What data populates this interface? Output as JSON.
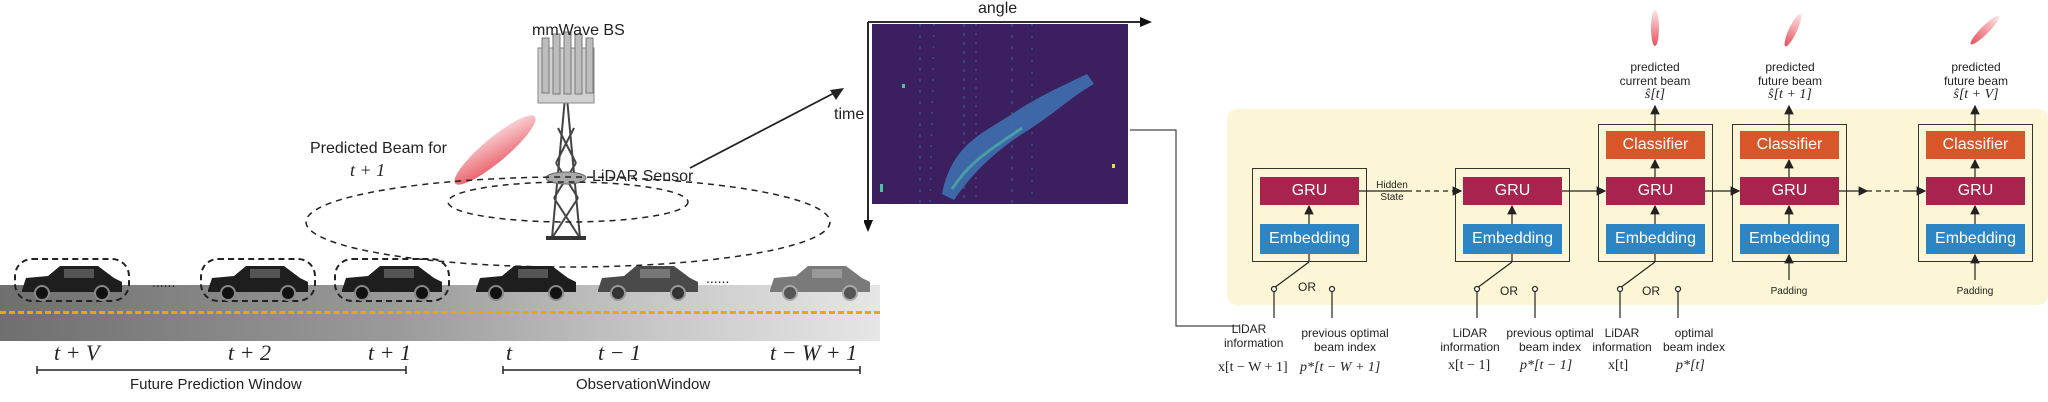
{
  "scene": {
    "bs_label": "mmWave BS",
    "beam_label_line1": "Predicted Beam for",
    "beam_label_line2": "t + 1",
    "lidar_label": "LiDAR Sensor",
    "time_labels": [
      "t + V",
      "t + 2",
      "t + 1",
      "t",
      "t − 1",
      "t − W + 1"
    ],
    "ellipsis": [
      "......",
      "......"
    ],
    "future_window_label": "Future Prediction Window",
    "observation_window_label": "ObservationWindow",
    "colors": {
      "road_lane": "#f0a500",
      "beam": "#e8606a"
    }
  },
  "heatmap": {
    "x_axis_label": "angle",
    "y_axis_label": "time",
    "colors": {
      "background": "#3b1f5e",
      "track": "#3f6fb0",
      "highlight": "#4fc3a1"
    }
  },
  "model": {
    "colors": {
      "background": "#fcf6d6",
      "gru": "#a8234e",
      "embedding": "#2c86c6",
      "classifier": "#d9562a"
    },
    "blocks": [
      {
        "gru": "GRU",
        "embedding": "Embedding",
        "classifier": null,
        "input_or": "OR",
        "bottom_input": null
      },
      {
        "gru": "GRU",
        "embedding": "Embedding",
        "classifier": null,
        "input_or": "OR",
        "bottom_input": null
      },
      {
        "gru": "GRU",
        "embedding": "Embedding",
        "classifier": "Classifier",
        "input_or": "OR",
        "bottom_input": null
      },
      {
        "gru": "GRU",
        "embedding": "Embedding",
        "classifier": "Classifier",
        "input_or": null,
        "bottom_input": "Padding"
      },
      {
        "gru": "GRU",
        "embedding": "Embedding",
        "classifier": "Classifier",
        "input_or": null,
        "bottom_input": "Padding"
      }
    ],
    "hidden_state_label_line1": "Hidden",
    "hidden_state_label_line2": "State",
    "outputs": [
      {
        "line1": "predicted",
        "line2": "current beam",
        "math": "ŝ[t]"
      },
      {
        "line1": "predicted",
        "line2": "future beam",
        "math": "ŝ[t + 1]"
      },
      {
        "line1": "predicted",
        "line2": "future beam",
        "math": "ŝ[t + V]"
      }
    ],
    "inputs": [
      {
        "line1": "LiDAR",
        "line2": "information",
        "math": "x[t − W + 1]"
      },
      {
        "line1": "previous optimal",
        "line2": "beam index",
        "math": "p*[t − W + 1]"
      },
      {
        "line1": "LiDAR",
        "line2": "information",
        "math": "x[t − 1]"
      },
      {
        "line1": "previous optimal",
        "line2": "beam index",
        "math": "p*[t − 1]"
      },
      {
        "line1": "LiDAR",
        "line2": "information",
        "math": "x[t]"
      },
      {
        "line1": "optimal",
        "line2": "beam index",
        "math": "p*[t]"
      }
    ]
  }
}
